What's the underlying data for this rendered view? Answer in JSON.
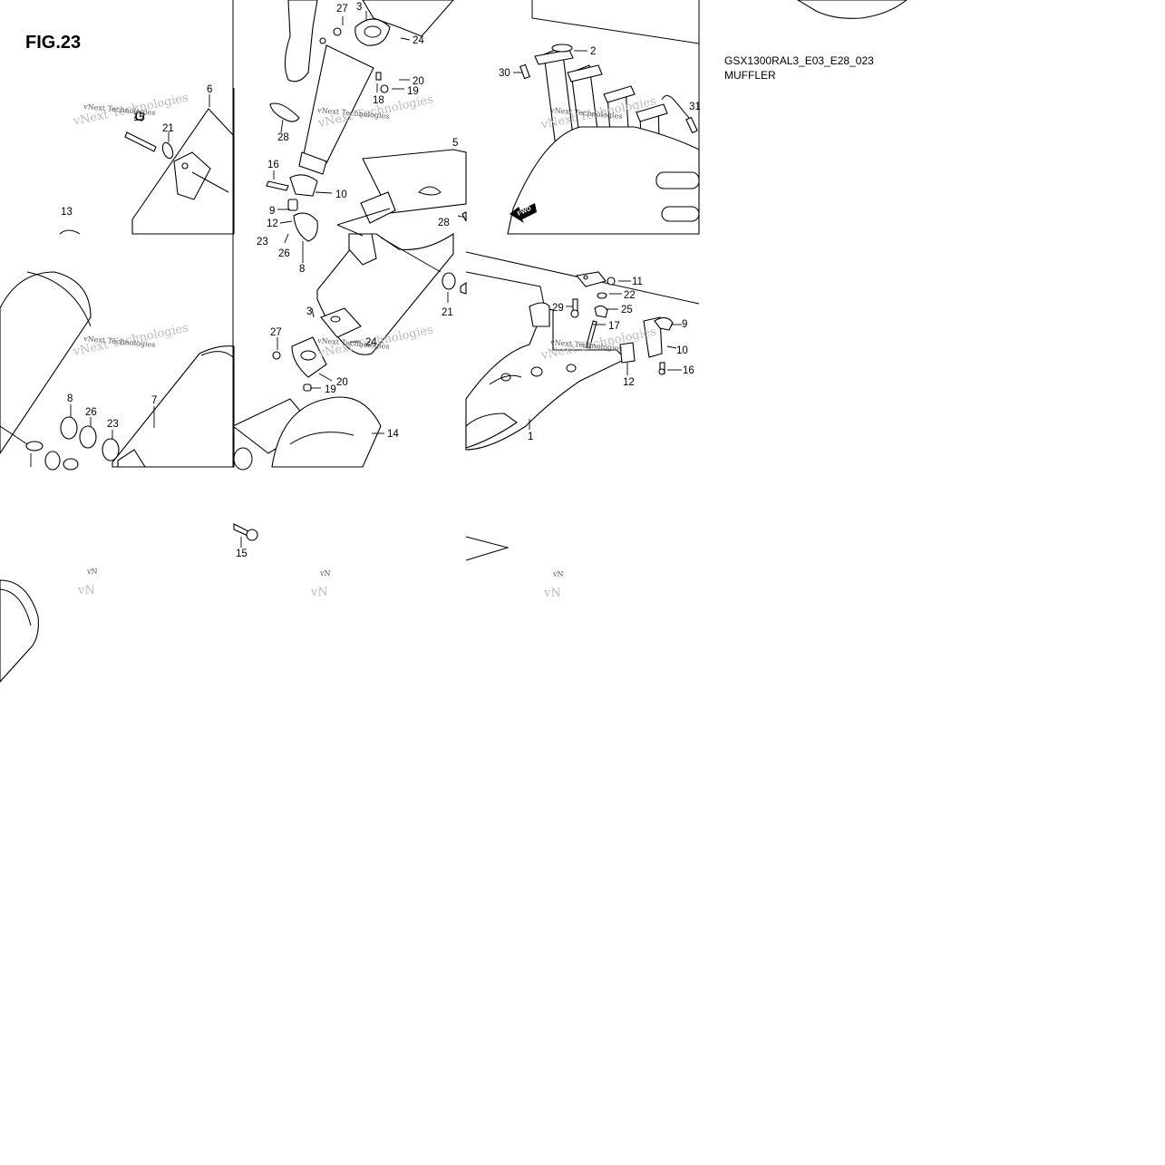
{
  "figure": {
    "title": "FIG.23",
    "code": "GSX1300RAL3_E03_E28_023",
    "name": "MUFFLER"
  },
  "watermark": {
    "text": "vNext Technologies",
    "short": "vN"
  },
  "direction_label": "FWD",
  "callouts": [
    "27",
    "3",
    "24",
    "20",
    "19",
    "18",
    "28",
    "16",
    "10",
    "9",
    "12",
    "23",
    "26",
    "8",
    "6",
    "21",
    "15",
    "13",
    "5",
    "28",
    "21",
    "3",
    "27",
    "24",
    "20",
    "19",
    "14",
    "8",
    "26",
    "23",
    "7",
    "15",
    "2",
    "30",
    "31",
    "11",
    "22",
    "29",
    "25",
    "17",
    "9",
    "10",
    "16",
    "12",
    "1"
  ]
}
